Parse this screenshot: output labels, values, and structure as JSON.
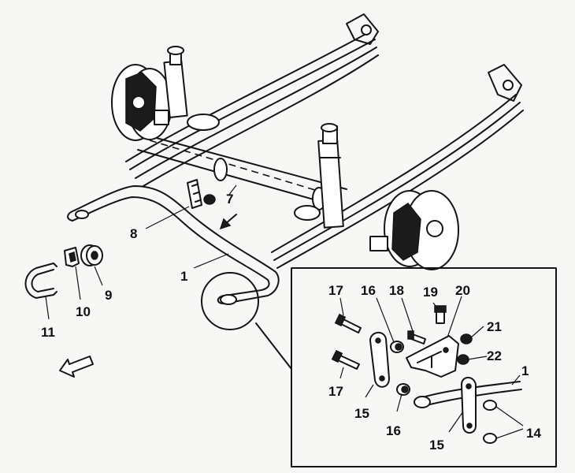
{
  "diagram": {
    "callouts": {
      "c1_main": "1",
      "c7": "7",
      "c8": "8",
      "c9": "9",
      "c10": "10",
      "c11": "11",
      "c14": "14",
      "c15_top": "15",
      "c15_bottom": "15",
      "c16_top": "16",
      "c16_bottom": "16",
      "c17_top": "17",
      "c17_bottom": "17",
      "c18": "18",
      "c19": "19",
      "c20": "20",
      "c21": "21",
      "c22": "22",
      "c1_inset": "1"
    },
    "icons": [
      "direction-arrow-icon",
      "front-arrow-icon"
    ]
  }
}
